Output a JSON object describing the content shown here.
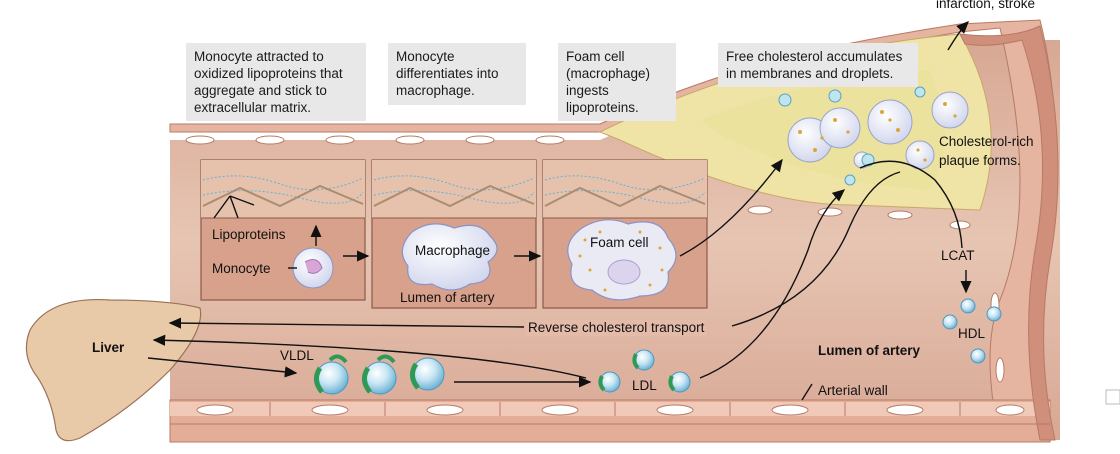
{
  "captions": {
    "step1": "Monocyte attracted to\noxidized lipoproteins that\naggregate and stick to\nextracellular matrix.",
    "step2": "Monocyte\ndifferentiates into\nmacrophage.",
    "step3": "Foam cell\n(macrophage)\ningests\nlipoproteins.",
    "step4": "Free cholesterol accumulates\nin membranes and droplets."
  },
  "labels": {
    "infarction": "infarction, stroke",
    "cholesterol_rich": "Cholesterol-rich\nplaque forms.",
    "lipoproteins": "Lipoproteins",
    "monocyte": "Monocyte",
    "macrophage": "Macrophage",
    "lumen_inset": "Lumen of artery",
    "foam_cell": "Foam cell",
    "lcat": "LCAT",
    "hdl": "HDL",
    "liver": "Liver",
    "vldl": "VLDL",
    "ldl": "LDL",
    "reverse_transport": "Reverse cholesterol transport",
    "lumen_main": "Lumen of artery",
    "arterial_wall": "Arterial wall"
  }
}
